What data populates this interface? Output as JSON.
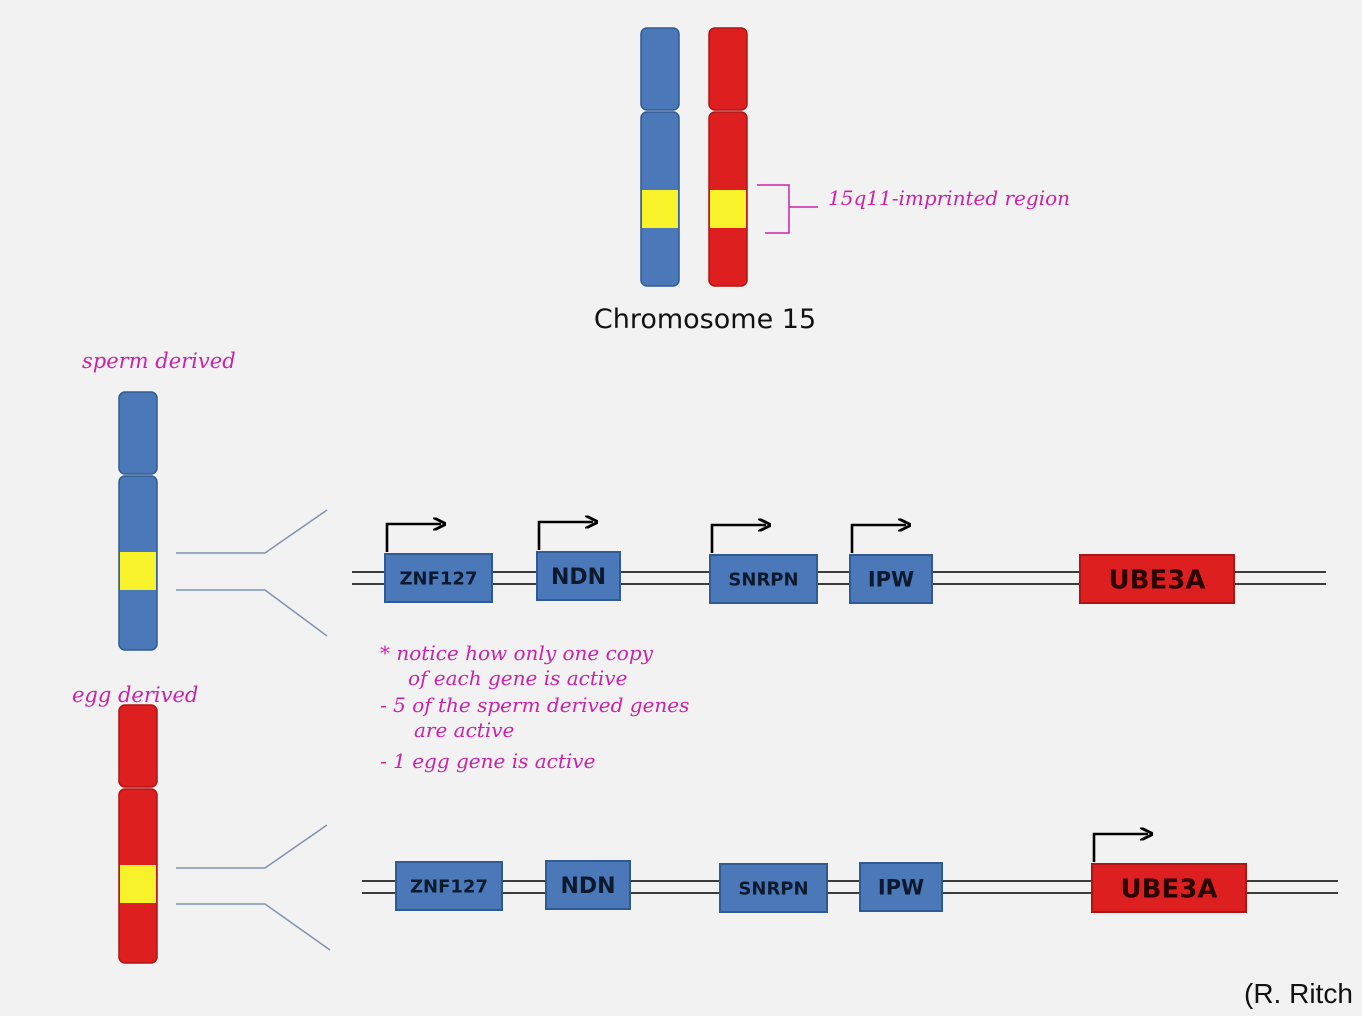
{
  "title": "Chromosome 15",
  "credit": "(R. Ritch",
  "colors": {
    "paternal": "#4a78b8",
    "maternal": "#dd1f1f",
    "imprinted_region": "#f7f22a",
    "annotation": "#cc22aa",
    "background": "#f2f2f2"
  },
  "region_annotation": "15q11-imprinted region",
  "sperm_label": "sperm derived",
  "egg_label": "egg derived",
  "notes": [
    "* notice how only one copy",
    "of each gene is active",
    "- 5 of the sperm derived genes",
    "are active",
    "- 1 egg gene is active"
  ],
  "sperm_genes": [
    {
      "name": "ZNF127",
      "active": true,
      "color": "blue"
    },
    {
      "name": "NDN",
      "active": true,
      "color": "blue"
    },
    {
      "name": "SNRPN",
      "active": true,
      "color": "blue"
    },
    {
      "name": "IPW",
      "active": true,
      "color": "blue"
    },
    {
      "name": "UBE3A",
      "active": false,
      "color": "red"
    }
  ],
  "egg_genes": [
    {
      "name": "ZNF127",
      "active": false,
      "color": "blue"
    },
    {
      "name": "NDN",
      "active": false,
      "color": "blue"
    },
    {
      "name": "SNRPN",
      "active": false,
      "color": "blue"
    },
    {
      "name": "IPW",
      "active": false,
      "color": "blue"
    },
    {
      "name": "UBE3A",
      "active": true,
      "color": "red"
    }
  ],
  "icons": {
    "promoter": "promoter-arrow-icon",
    "bracket": "bracket-icon"
  }
}
